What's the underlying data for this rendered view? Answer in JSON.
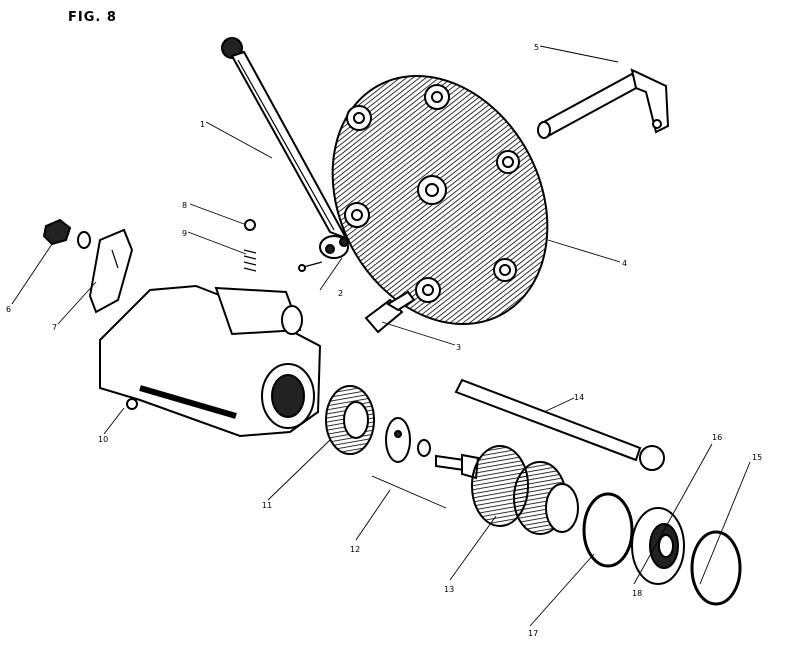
{
  "figure": {
    "title": "FIG. 8"
  },
  "callouts": [
    {
      "id": "1",
      "label": "1"
    },
    {
      "id": "2",
      "label": "2"
    },
    {
      "id": "3",
      "label": "3"
    },
    {
      "id": "4",
      "label": "4"
    },
    {
      "id": "5",
      "label": "5"
    },
    {
      "id": "6",
      "label": "6"
    },
    {
      "id": "7",
      "label": "7"
    },
    {
      "id": "8",
      "label": "8"
    },
    {
      "id": "9",
      "label": "9"
    },
    {
      "id": "10",
      "label": "10"
    },
    {
      "id": "11",
      "label": "11"
    },
    {
      "id": "12",
      "label": "12"
    },
    {
      "id": "13",
      "label": "13"
    },
    {
      "id": "14",
      "label": "14"
    },
    {
      "id": "15",
      "label": "15"
    },
    {
      "id": "16",
      "label": "16"
    },
    {
      "id": "17",
      "label": "17"
    },
    {
      "id": "18",
      "label": "18"
    }
  ]
}
